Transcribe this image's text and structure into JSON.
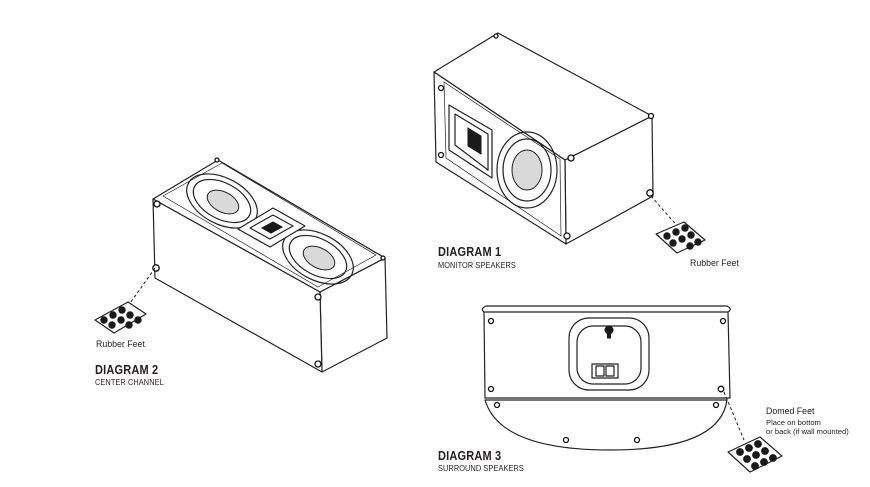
{
  "diagrams": [
    {
      "title": "DIAGRAM 1",
      "subtitle": "MONITOR SPEAKERS",
      "callout": "Rubber Feet"
    },
    {
      "title": "DIAGRAM 2",
      "subtitle": "CENTER CHANNEL",
      "callout": "Rubber Feet"
    },
    {
      "title": "DIAGRAM 3",
      "subtitle": "SURROUND SPEAKERS",
      "callout": "Domed Feet",
      "note_line1": "Place on bottom",
      "note_line2": "or back (if wall mounted)"
    }
  ]
}
